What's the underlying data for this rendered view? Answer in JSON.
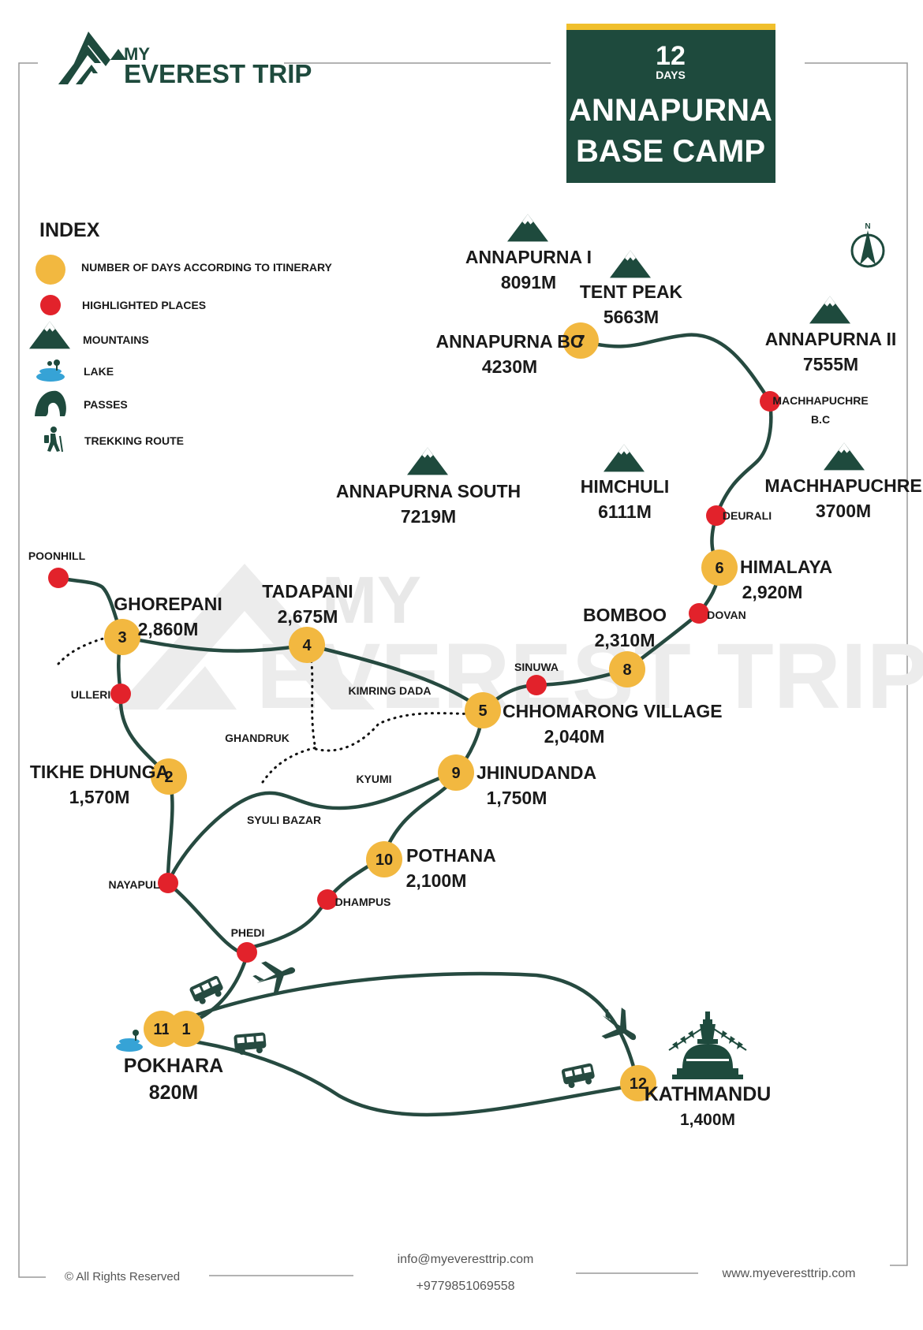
{
  "brand": {
    "logo_line1": "MY",
    "logo_line2": "EVEREST TRIP",
    "watermark_line1": "MY",
    "watermark_line2": "EVEREST TRIP"
  },
  "title_box": {
    "days_number": "12",
    "days_word": "DAYS",
    "title_line1": "ANNAPURNA",
    "title_line2": "BASE CAMP"
  },
  "compass": {
    "label": "N"
  },
  "index": {
    "heading": "INDEX",
    "items": [
      {
        "icon": "yellow-day-circle-icon",
        "label": "NUMBER OF DAYS ACCORDING TO ITINERARY"
      },
      {
        "icon": "red-dot-icon",
        "label": "HIGHLIGHTED PLACES"
      },
      {
        "icon": "mountain-icon",
        "label": "MOUNTAINS"
      },
      {
        "icon": "lake-icon",
        "label": "LAKE"
      },
      {
        "icon": "pass-icon",
        "label": "PASSES"
      },
      {
        "icon": "hiker-icon",
        "label": "TREKKING ROUTE"
      }
    ]
  },
  "mountains": [
    {
      "name": "ANNAPURNA I",
      "altitude": "8091M"
    },
    {
      "name": "TENT PEAK",
      "altitude": "5663M"
    },
    {
      "name": "ANNAPURNA II",
      "altitude": "7555M"
    },
    {
      "name": "ANNAPURNA SOUTH",
      "altitude": "7219M"
    },
    {
      "name": "HIMCHULI",
      "altitude": "6111M"
    },
    {
      "name": "MACHHAPUCHRE",
      "altitude": "3700M"
    }
  ],
  "day_stops": [
    {
      "day": "1"
    },
    {
      "day": "2",
      "name": "TIKHE DHUNGA",
      "altitude": "1,570M"
    },
    {
      "day": "3",
      "name": "GHOREPANI",
      "altitude": "2,860M"
    },
    {
      "day": "4",
      "name": "TADAPANI",
      "altitude": "2,675M"
    },
    {
      "day": "5",
      "name": "CHHOMARONG VILLAGE",
      "altitude": "2,040M"
    },
    {
      "day": "6",
      "name": "HIMALAYA",
      "altitude": "2,920M"
    },
    {
      "day": "7",
      "name": "ANNAPURNA BC",
      "altitude": "4230M"
    },
    {
      "day": "8",
      "name": "BOMBOO",
      "altitude": "2,310M"
    },
    {
      "day": "9",
      "name": "JHINUDANDA",
      "altitude": "1,750M"
    },
    {
      "day": "10",
      "name": "POTHANA",
      "altitude": "2,100M"
    },
    {
      "day": "11"
    },
    {
      "day": "12"
    }
  ],
  "cities": {
    "pokhara": {
      "name": "POKHARA",
      "altitude": "820M"
    },
    "kathmandu": {
      "name": "KATHMANDU",
      "altitude": "1,400M"
    }
  },
  "highlighted_places": [
    "POONHILL",
    "ULLERI",
    "NAYAPUL",
    "PHEDI",
    "DHAMPUS",
    "SINUWA",
    "DOVAN",
    "DEURALI",
    "MACHHAPUCHRE",
    "B.C"
  ],
  "place_labels": [
    "GHANDRUK",
    "KIMRING DADA",
    "KYUMI",
    "SYULI BAZAR"
  ],
  "footer": {
    "copyright": "© All Rights Reserved",
    "email": "info@myeveresttrip.com",
    "phone": "+9779851069558",
    "website": "www.myeveresttrip.com"
  },
  "colors": {
    "brand_green": "#1e4a3d",
    "route_green": "#264a40",
    "day_yellow": "#f2b840",
    "highlight_red": "#e2222b",
    "title_accent": "#f0bf2c",
    "lake_blue": "#36a3d6",
    "watermark": "#e6e6e6"
  }
}
